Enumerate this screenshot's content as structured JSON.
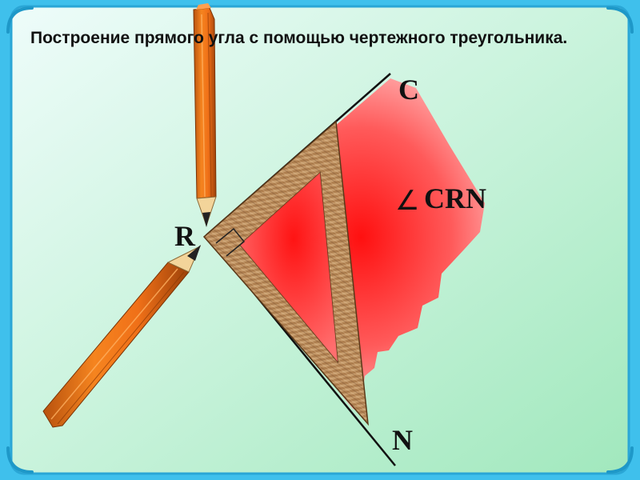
{
  "slide": {
    "title": "Построение прямого угла с помощью чертежного треугольника."
  },
  "diagram": {
    "points": {
      "c": "C",
      "r": "R",
      "n": "N"
    },
    "angle_symbol": "∠",
    "angle_name": "CRN"
  },
  "colors": {
    "frame": "#3fc0ec",
    "background_light": "#e6faf6",
    "background_green": "#a9ebc4",
    "paper_red": "#ff2a2a",
    "wood": "#b88a5c",
    "pencil": "#f07a1e"
  }
}
